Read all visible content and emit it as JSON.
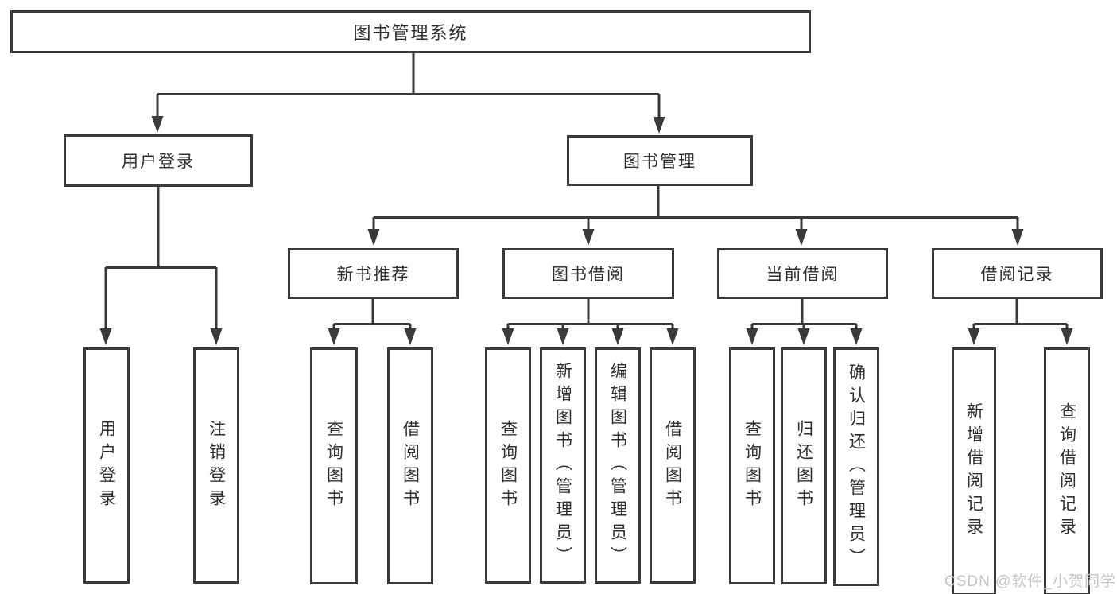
{
  "tree": {
    "root_label": "图书管理系统",
    "branches": [
      {
        "label": "用户登录",
        "leaves": [
          "用户登录",
          "注销登录"
        ]
      },
      {
        "label": "图书管理",
        "sections": [
          {
            "label": "新书推荐",
            "leaves": [
              "查询图书",
              "借阅图书"
            ]
          },
          {
            "label": "图书借阅",
            "leaves": [
              "查询图书",
              "新增图书（管理员）",
              "编辑图书（管理员）",
              "借阅图书"
            ]
          },
          {
            "label": "当前借阅",
            "leaves": [
              "查询图书",
              "归还图书",
              "确认归还（管理员）"
            ]
          },
          {
            "label": "借阅记录",
            "leaves": [
              "新增借阅记录",
              "查询借阅记录"
            ]
          }
        ]
      }
    ]
  },
  "watermark": {
    "text": "CSDN @软件_小贺同学"
  },
  "colors": {
    "line": "#3A3A3A",
    "text": "#2F2F2F",
    "background": "#FFFFFF",
    "watermark": "#C5C5C5"
  }
}
